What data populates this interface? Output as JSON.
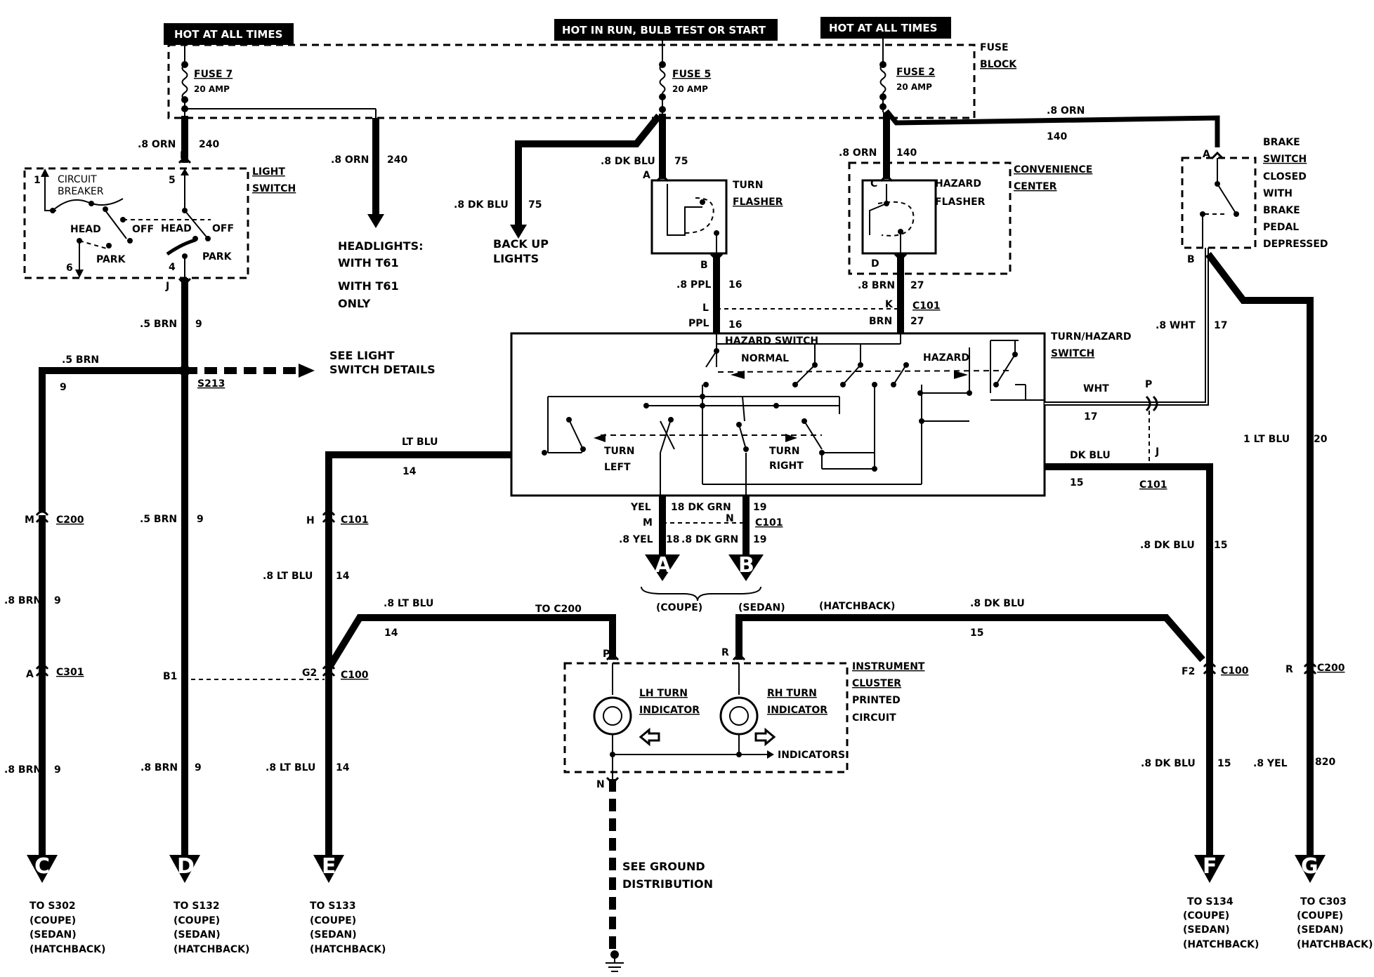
{
  "headers": {
    "hot_left": "HOT AT ALL TIMES",
    "hot_mid": "HOT IN RUN, BULB TEST OR START",
    "hot_right": "HOT AT ALL TIMES"
  },
  "fuse_block": {
    "l1": "FUSE",
    "l2": "BLOCK"
  },
  "fuses": [
    {
      "name": "FUSE 7",
      "amp": "20 AMP"
    },
    {
      "name": "FUSE 5",
      "amp": "20 AMP"
    },
    {
      "name": "FUSE 2",
      "amp": "20 AMP"
    }
  ],
  "light_switch": {
    "title1": "LIGHT",
    "title2": "SWITCH",
    "circuit_breaker1": "CIRCUIT",
    "circuit_breaker2": "BREAKER",
    "head_l": "HEAD",
    "off_l": "OFF",
    "park_l": "PARK",
    "head_r": "HEAD",
    "off_r": "OFF",
    "park_r": "PARK",
    "pin1": "1",
    "pin6": "6",
    "pin5": "5",
    "pin4": "4",
    "pinF": "F",
    "pinJ": "J"
  },
  "wires": {
    "w1": ".8 ORN",
    "c1": "240",
    "w2": ".8 ORN",
    "c2": "240",
    "w3": ".8 DK BLU",
    "c3": "75",
    "w4": ".8 DK BLU",
    "c4": "75",
    "w5": ".8 ORN",
    "c5": "140",
    "w6": ".8 ORN",
    "c6": "140",
    "w7": ".5 BRN",
    "c7": "9",
    "w8": ".5 BRN",
    "c8": "9",
    "w9": ".8 PPL",
    "c9": "16",
    "w10": ".8 BRN",
    "c10": "27",
    "w11": "PPL",
    "c11": "16",
    "w12": "BRN",
    "c12": "27",
    "w13": ".8 WHT",
    "c13": "17",
    "w14": "LT BLU",
    "c14": "14",
    "w15": "WHT",
    "c15": "17",
    "w16": "DK BLU",
    "c16": "15",
    "w17": "1 LT BLU",
    "c17": "20",
    "w18": ".5 BRN",
    "c18": "9",
    "w19": ".8 LT BLU",
    "c19": "14",
    "w20": ".8 DK BLU",
    "c20": "15",
    "w21": ".8 BRN",
    "c21": "9",
    "w22": ".8 LT BLU",
    "c22": "14",
    "w23": ".8 DK BLU",
    "c23": "15",
    "w24": ".8 BRN",
    "c24": "9",
    "w25": ".8 BRN",
    "c25": "9",
    "w26": ".8 LT BLU",
    "c26": "14",
    "w27": ".8 DK BLU",
    "c27": "15",
    "w28": ".8 YEL",
    "c28": "820",
    "w29": "YEL",
    "c29": "18 DK GRN",
    "c29b": "19",
    "w30": ".8 YEL",
    "c30": "18",
    "w30b": ".8 DK GRN",
    "c30b": "19",
    "w31": "TO C200"
  },
  "labels": {
    "headlights": "HEADLIGHTS:",
    "with_t61a": "WITH T61",
    "with_t61b": "WITH T61",
    "only": "ONLY",
    "backup1": "BACK UP",
    "backup2": "LIGHTS",
    "turn_flasher1": "TURN",
    "turn_flasher2": "FLASHER",
    "hazard_flasher1": "HAZARD",
    "hazard_flasher2": "FLASHER",
    "conv1": "CONVENIENCE",
    "conv2": "CENTER",
    "brake1": "BRAKE",
    "brake2": "SWITCH",
    "brake3": "CLOSED",
    "brake4": "WITH",
    "brake5": "BRAKE",
    "brake6": "PEDAL",
    "brake7": "DEPRESSED",
    "see_ls1": "SEE LIGHT",
    "see_ls2": "SWITCH DETAILS",
    "s213": "S213",
    "turn_hazard1": "TURN/HAZARD",
    "turn_hazard2": "SWITCH",
    "hazard_switch": "HAZARD SWITCH",
    "normal": "NORMAL",
    "hazard": "HAZARD",
    "turn_left1": "TURN",
    "turn_left2": "LEFT",
    "turn_right1": "TURN",
    "turn_right2": "RIGHT",
    "coupe": "(COUPE)",
    "sedan": "(SEDAN)",
    "hatchback": "(HATCHBACK)",
    "ic1": "INSTRUMENT",
    "ic2": "CLUSTER",
    "ic3": "PRINTED",
    "ic4": "CIRCUIT",
    "lh1": "LH TURN",
    "lh2": "INDICATOR",
    "rh1": "RH TURN",
    "rh2": "INDICATOR",
    "indicators": "INDICATORS",
    "see_gnd1": "SEE GROUND",
    "see_gnd2": "DISTRIBUTION"
  },
  "pins": {
    "A_tf": "A",
    "B_tf": "B",
    "C_hf": "C",
    "D_hf": "D",
    "A_bs": "A",
    "B_bs": "B",
    "L": "L",
    "K": "K",
    "c101_top": "C101",
    "P": "P",
    "J": "J",
    "c101_right": "C101",
    "M_c200": "M",
    "c200_l": "C200",
    "H_c101": "H",
    "c101_l": "C101",
    "M_b": "M",
    "N_b": "N",
    "c101_b": "C101",
    "A_c301": "A",
    "c301": "C301",
    "B1": "B1",
    "G2": "G2",
    "c100_l": "C100",
    "P_ic": "P",
    "R_ic": "R",
    "N_ic": "N",
    "F2": "F2",
    "c100_r": "C100",
    "R_c200": "R",
    "c200_r": "C200"
  },
  "terminals": [
    {
      "letter": "A"
    },
    {
      "letter": "B"
    },
    {
      "letter": "C"
    },
    {
      "letter": "D"
    },
    {
      "letter": "E"
    },
    {
      "letter": "F"
    },
    {
      "letter": "G"
    }
  ],
  "destinations": {
    "C": [
      "TO S302",
      "(COUPE)",
      "(SEDAN)",
      "(HATCHBACK)"
    ],
    "D": [
      "TO S132",
      "(COUPE)",
      "(SEDAN)",
      "(HATCHBACK)"
    ],
    "E": [
      "TO S133",
      "(COUPE)",
      "(SEDAN)",
      "(HATCHBACK)"
    ],
    "F": [
      "TO S134",
      "(COUPE)",
      "(SEDAN)",
      "(HATCHBACK)"
    ],
    "G": [
      "TO C303",
      "(COUPE)",
      "(SEDAN)",
      "(HATCHBACK)"
    ]
  }
}
